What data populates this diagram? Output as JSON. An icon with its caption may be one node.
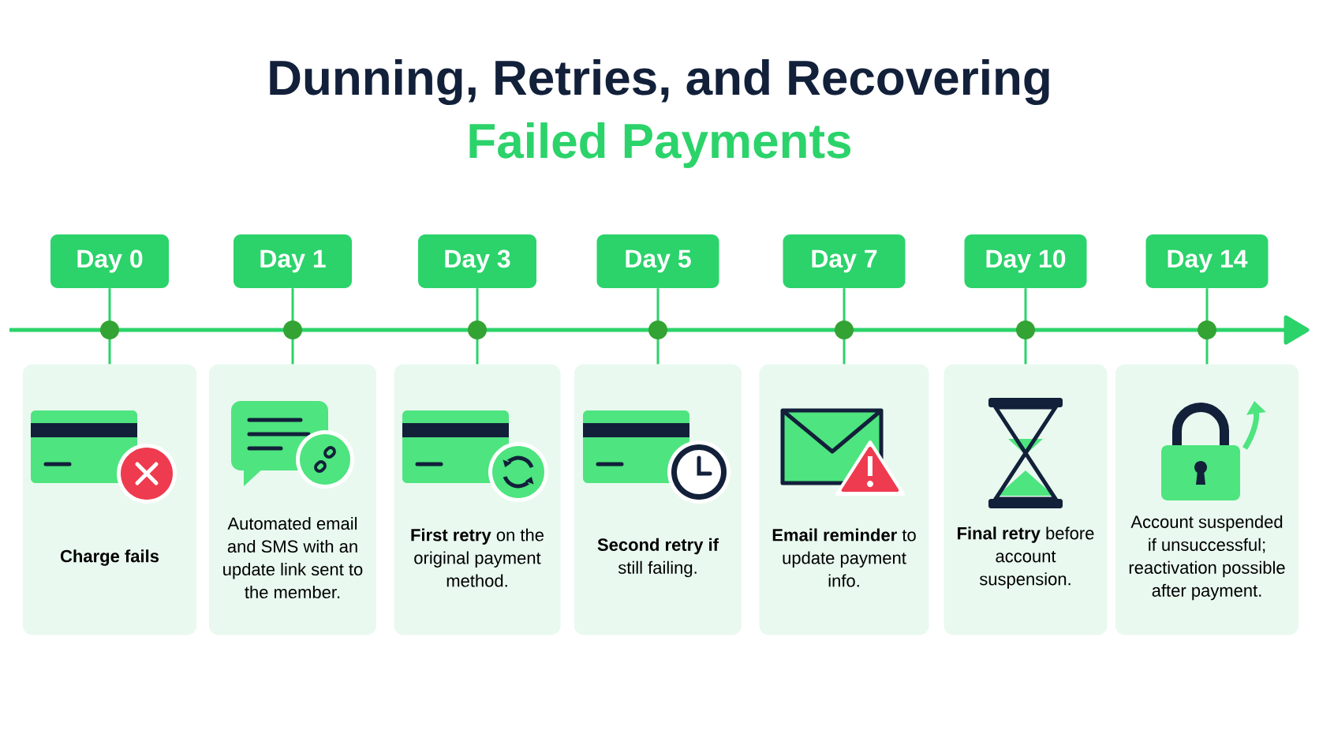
{
  "diagram": {
    "title": "Dunning, Retries, and Recovering",
    "nodes": [
      {
        "text": [
          "Day 0"
        ]
      },
      {
        "text": [
          "Day 1"
        ]
      },
      {
        "text": [
          "Day 3"
        ]
      },
      {
        "text": [
          "Day 5"
        ]
      },
      {
        "text": [
          "Day 7"
        ]
      },
      {
        "text": [
          "Day 10"
        ]
      },
      {
        "text": [
          "Day 14"
        ]
      },
      {
        "text": [
          "**Charge fails**"
        ]
      },
      {
        "text": [
          "Automated email and SMS with an update link sent to the member."
        ]
      },
      {
        "text": [
          "**First retry** on the original payment method."
        ]
      },
      {
        "text": [
          "**Second retry if** still failing."
        ]
      },
      {
        "text": [
          "**Email reminder** to update payment info."
        ]
      },
      {
        "text": [
          "**Final retry** before account suspension."
        ]
      },
      {
        "text": [
          "Account suspended if unsuccessful; reactivation possible after payment."
        ]
      }
    ],
    "edges": [
      {
        "from": 0,
        "to": 7,
        "arrow": "none"
      },
      {
        "from": 1,
        "to": 8,
        "arrow": "none"
      },
      {
        "from": 2,
        "to": 9,
        "arrow": "none"
      },
      {
        "from": 3,
        "to": 10,
        "arrow": "none"
      },
      {
        "from": 4,
        "to": 11,
        "arrow": "none"
      },
      {
        "from": 5,
        "to": 12,
        "arrow": "none"
      },
      {
        "from": 6,
        "to": 13,
        "arrow": "none"
      }
    ],
    "labels": [
      "Failed Payments"
    ]
  }
}
